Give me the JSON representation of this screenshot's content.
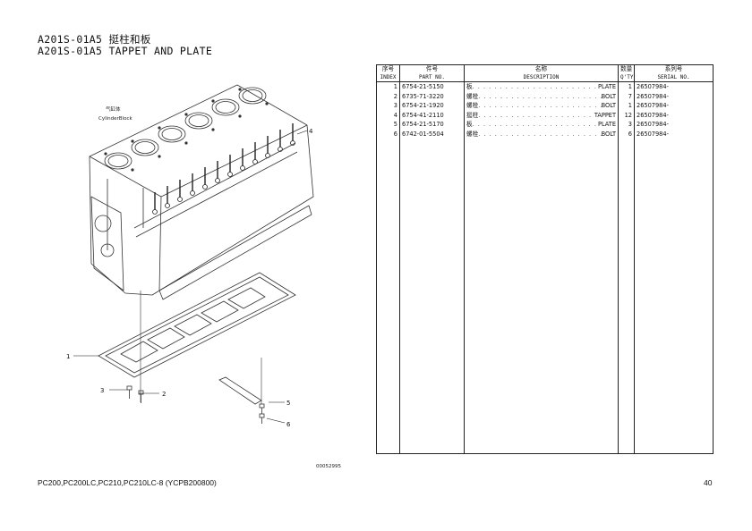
{
  "header": {
    "title_cn": "A201S-01A5 挺柱和板",
    "title_en": "A201S-01A5 TAPPET AND PLATE"
  },
  "diagram": {
    "component_label_cn": "气缸体",
    "component_label_en": "CylinderBlock",
    "drawing_number": "00052995",
    "callouts": [
      "1",
      "2",
      "3",
      "4",
      "5",
      "6"
    ]
  },
  "table": {
    "headers_cn": [
      "序号",
      "件号",
      "名称",
      "数量",
      "系列号"
    ],
    "headers_en": [
      "INDEX",
      "PART NO.",
      "DESCRIPTION",
      "Q'TY",
      "SERIAL NO."
    ],
    "rows": [
      {
        "index": "1",
        "part_no": "6754-21-5150",
        "desc_cn": "板",
        "desc_en": "PLATE",
        "qty": "1",
        "serial": "26507984-"
      },
      {
        "index": "2",
        "part_no": "6735-71-3220",
        "desc_cn": "螺栓",
        "desc_en": "BOLT",
        "qty": "7",
        "serial": "26507984-"
      },
      {
        "index": "3",
        "part_no": "6754-21-1920",
        "desc_cn": "螺栓",
        "desc_en": "BOLT",
        "qty": "1",
        "serial": "26507984-"
      },
      {
        "index": "4",
        "part_no": "6754-41-2110",
        "desc_cn": "挺柱",
        "desc_en": "TAPPET",
        "qty": "12",
        "serial": "26507984-"
      },
      {
        "index": "5",
        "part_no": "6754-21-5170",
        "desc_cn": "板",
        "desc_en": "PLATE",
        "qty": "3",
        "serial": "26507984-"
      },
      {
        "index": "6",
        "part_no": "6742-01-5504",
        "desc_cn": "螺栓",
        "desc_en": "BOLT",
        "qty": "6",
        "serial": "26507984-"
      }
    ]
  },
  "footer": {
    "models": "PC200,PC200LC,PC210,PC210LC-8 (YCPB200800)",
    "page_number": "40"
  }
}
